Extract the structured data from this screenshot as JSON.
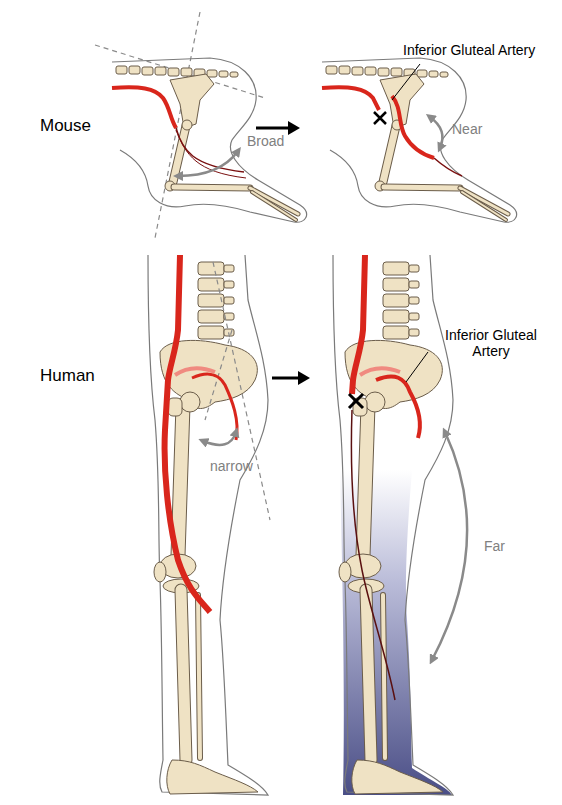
{
  "diagram": {
    "labels": [
      "Mouse",
      "Broad",
      "Inferior Gluteal Artery",
      "Near",
      "Human",
      "narrow",
      "Inferior Gluteal Artery",
      "Far"
    ]
  }
}
